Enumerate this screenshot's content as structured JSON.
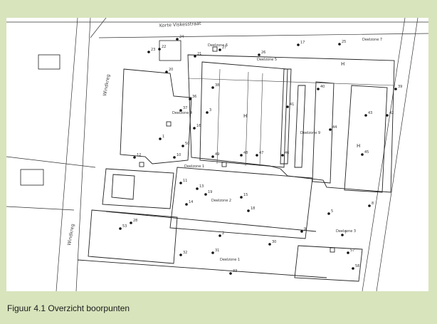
{
  "caption": "Figuur 4.1 Overzicht boorpunten",
  "streets": {
    "top": "Korte Viskesstraat",
    "left_upper": "Windkreg",
    "left_lower": "Windkreg"
  },
  "deelzones": [
    "Deelzone 6",
    "Deelzone 5",
    "Deelzone 4",
    "Deelzone 7",
    "Deelzone 1",
    "Deelzone 2",
    "Deelzone 3",
    "Deelzone 9",
    "Deelzone 1"
  ],
  "marker_letters": [
    "H",
    "H",
    "H"
  ],
  "point_numbers": [
    "25",
    "17",
    "26",
    "27",
    "24",
    "22",
    "23",
    "21",
    "20",
    "38",
    "39",
    "40",
    "41",
    "3",
    "16",
    "36",
    "37",
    "42",
    "43",
    "44",
    "45",
    "46",
    "47",
    "48",
    "49",
    "50",
    "1",
    "10",
    "12",
    "11",
    "14",
    "13",
    "19",
    "15",
    "18",
    "5",
    "7",
    "8",
    "9",
    "2",
    "30",
    "31",
    "32",
    "33",
    "28",
    "53",
    "57",
    "58"
  ],
  "colors": {
    "figure_background": "#d8e4bc",
    "map_paper": "#ffffff",
    "lines": "#222222",
    "boring_points": "#111111"
  }
}
